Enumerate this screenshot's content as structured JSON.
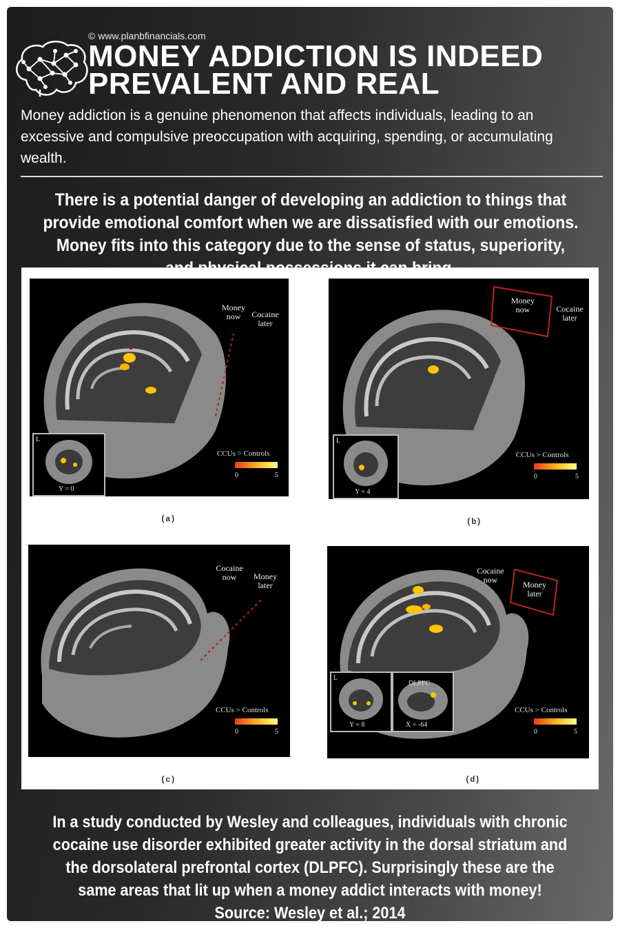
{
  "header": {
    "site": "© www.planbfinancials.com",
    "title": "MONEY ADDICTION IS INDEED PREVALENT AND REAL"
  },
  "intro": "Money addiction is a genuine phenomenon that affects individuals, leading to an excessive and compulsive preoccupation with acquiring, spending, or accumulating wealth.",
  "danger_text": "There is a potential danger of developing an addiction to things that provide emotional comfort when we are dissatisfied with our emotions. Money fits into this category due to the sense of status, superiority, and physical possessions it can bring.",
  "figure": {
    "comparison": "CCUs > Controls",
    "scale_min": "0",
    "scale_max": "5",
    "panels": [
      {
        "caption": "(a)",
        "label_1": "Money now",
        "label_2": "Cocaine later",
        "inset_coord": "Y = 0",
        "inset_letter": "L"
      },
      {
        "caption": "(b)",
        "label_1": "Money now",
        "label_2": "Cocaine later",
        "inset_coord": "Y = 4",
        "inset_letter": "L"
      },
      {
        "caption": "(c)",
        "label_1": "Cocaine now",
        "label_2": "Money later"
      },
      {
        "caption": "(d)",
        "label_1": "Cocaine now",
        "label_2": "Money later",
        "inset_coord": "Y = 8",
        "inset_coord_2": "X = -64",
        "inset_region": "DLPFC",
        "inset_letter": "L"
      }
    ]
  },
  "footer": "In a study conducted by Wesley and colleagues, individuals with chronic cocaine use disorder exhibited greater activity in the dorsal striatum and the dorsolateral prefrontal cortex (DLPFC). Surprisingly these are the same areas that lit up when a money addict interacts with money! Source: Wesley et al.; 2014",
  "colors": {
    "activation": "#ffc400",
    "marker": "#b8271c"
  }
}
